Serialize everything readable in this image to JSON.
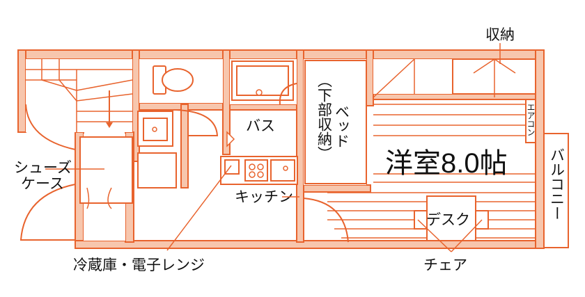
{
  "labels": {
    "storage_top": "収納",
    "bath": "バス",
    "bed": "ベッド",
    "bed_note": "（下部収納）",
    "room": "洋室8.0帖",
    "aircon": "エアコン",
    "balcony": "バルコニー",
    "shoe_case_1": "シューズ",
    "shoe_case_2": "ケース",
    "kitchen": "キッチン",
    "desk": "デスク",
    "fridge_range": "冷蔵庫・電子レンジ",
    "chair": "チェア"
  },
  "colors": {
    "wall_fill": "#f7c6ad",
    "line": "#e8632d",
    "text": "#111111"
  }
}
